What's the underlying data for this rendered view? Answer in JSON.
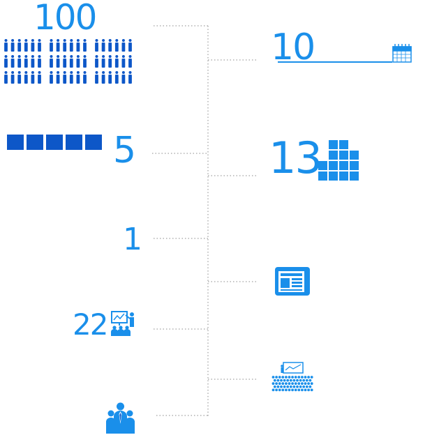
{
  "stats": {
    "left": [
      {
        "value": "100",
        "icon": "people-grid-icon"
      },
      {
        "value": "5",
        "icon": "five-squares-icon"
      },
      {
        "value": "1",
        "icon": ""
      },
      {
        "value": "22",
        "icon": "presentation-audience-icon"
      },
      {
        "value": "",
        "icon": "business-team-icon"
      }
    ],
    "right": [
      {
        "value": "10",
        "icon": "calendar-icon"
      },
      {
        "value": "13",
        "icon": "stacked-blocks-icon"
      },
      {
        "value": "",
        "icon": "newspaper-icon"
      },
      {
        "value": "",
        "icon": "conference-audience-icon"
      }
    ]
  },
  "colors": {
    "accent": "#1a8fea",
    "dark_blue": "#0d57c8",
    "connector": "#b0b0b0"
  }
}
